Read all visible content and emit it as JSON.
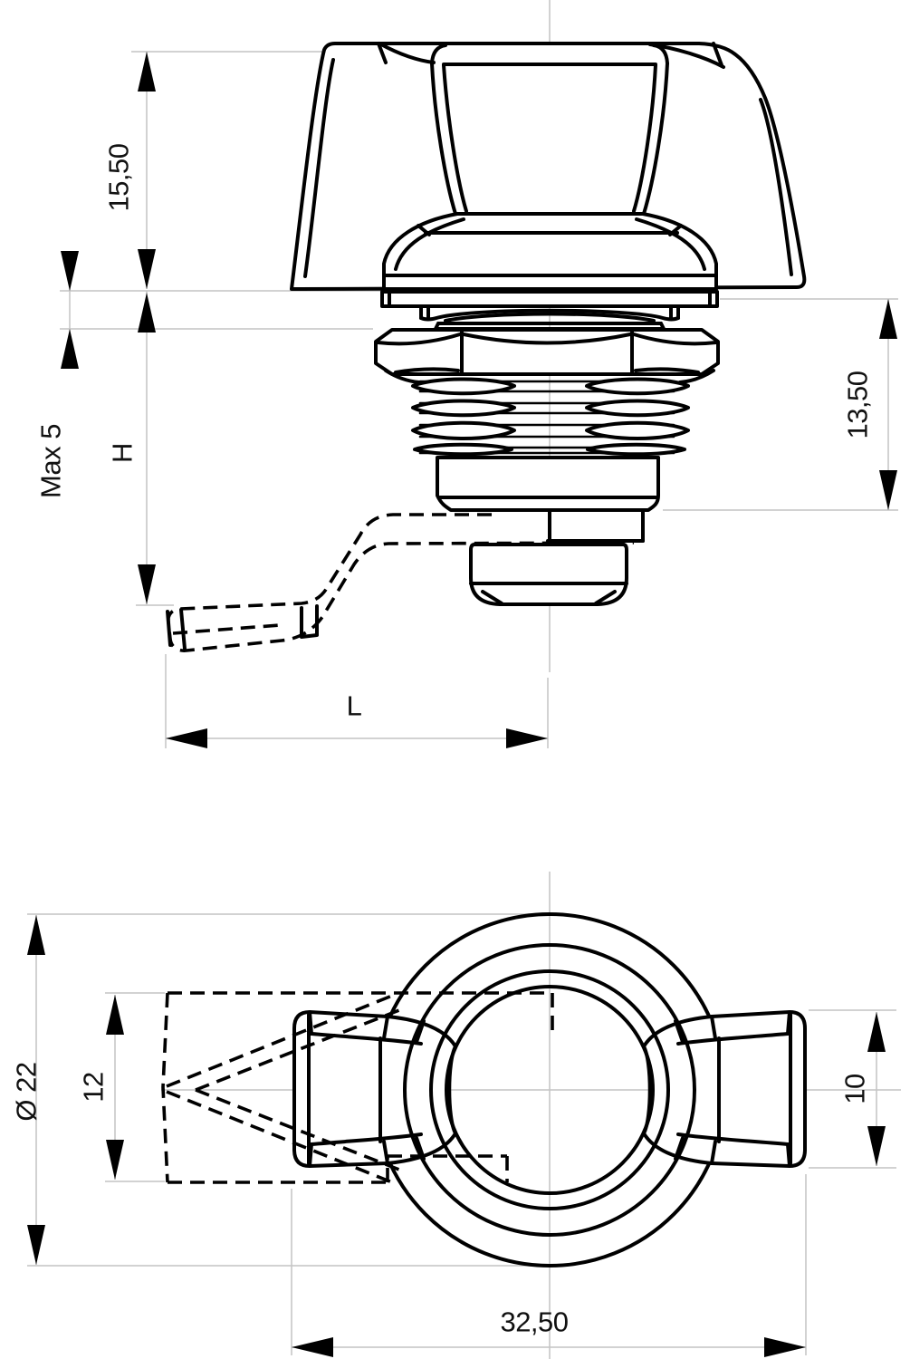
{
  "drawing": {
    "type": "engineering-2-view-drawing",
    "subject": "wing-knob quarter-turn compression latch",
    "colors": {
      "object_line": "#000000",
      "dimension_line": "#c4c4c4",
      "text": "#111111",
      "background": "#ffffff"
    },
    "views": {
      "front": "front elevation with threaded body, hex nut and dashed cam lever",
      "bottom": "bottom view of wing knob with dashed cam lever"
    }
  },
  "dims": {
    "d1550": {
      "label": "15,50"
    },
    "max5": {
      "label": "Max 5"
    },
    "h": {
      "label": "H"
    },
    "d1350": {
      "label": "13,50"
    },
    "l": {
      "label": "L"
    },
    "dia22": {
      "label": "Ø 22"
    },
    "d12": {
      "label": "12"
    },
    "d10": {
      "label": "10"
    },
    "d3250": {
      "label": "32,50"
    }
  }
}
